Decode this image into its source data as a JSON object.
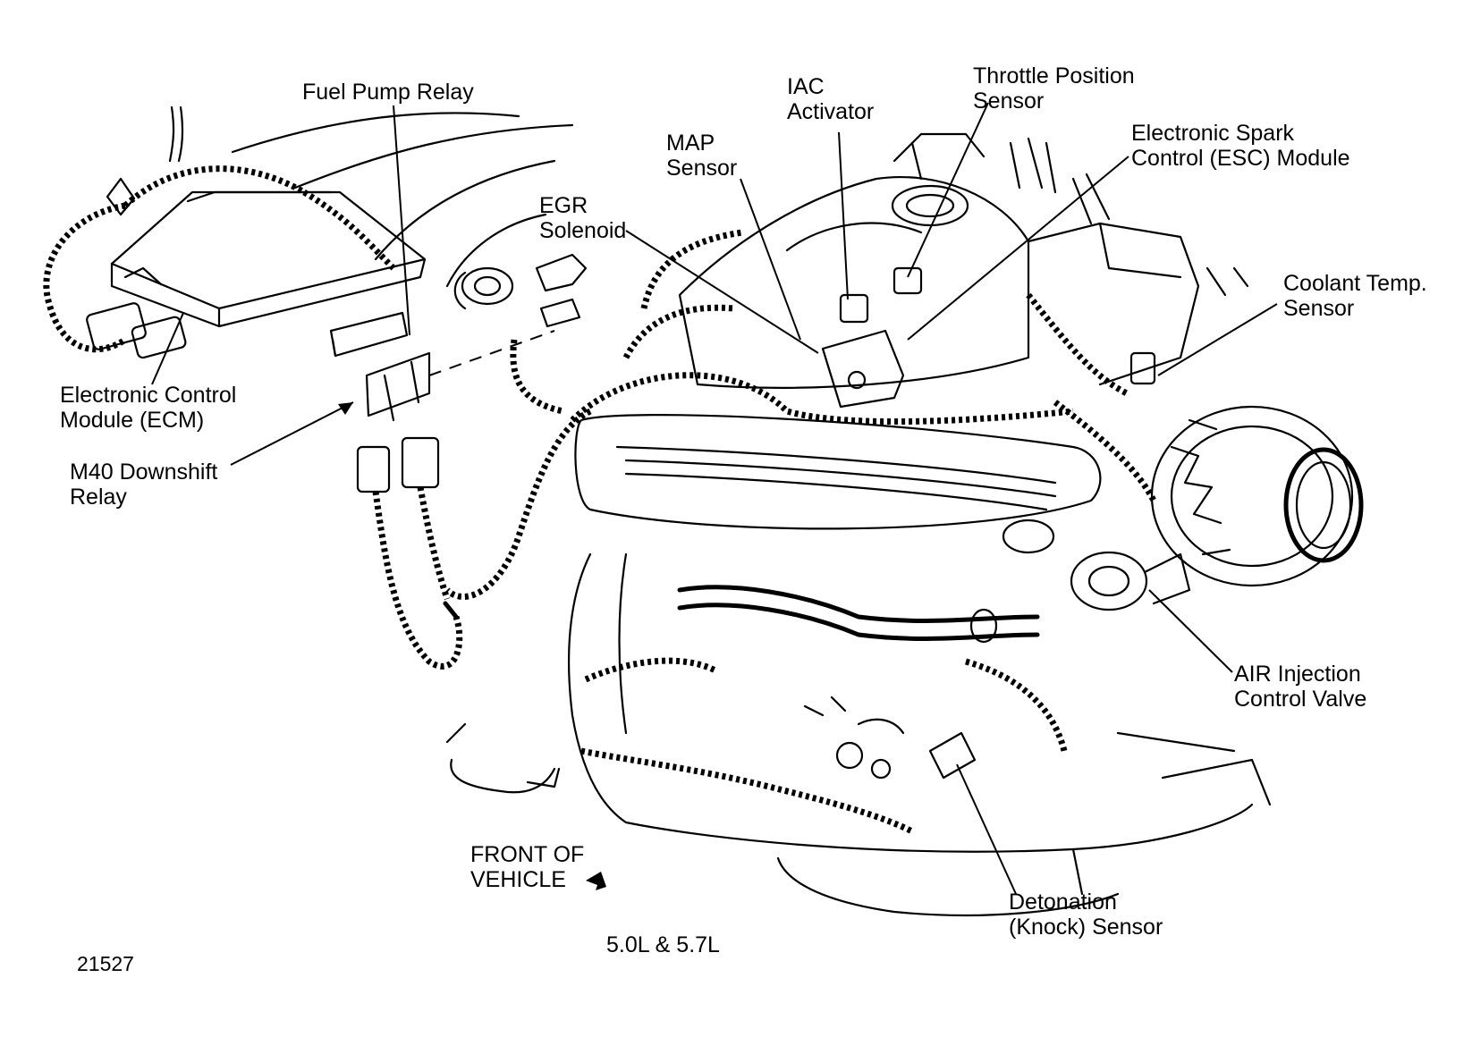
{
  "labels": {
    "fuel_pump_relay": "Fuel Pump Relay",
    "iac_line1": "IAC",
    "iac_line2": "Activator",
    "tps_line1": "Throttle Position",
    "tps_line2": "Sensor",
    "esc_line1": "Electronic Spark",
    "esc_line2": "Control (ESC) Module",
    "map_line1": "MAP",
    "map_line2": "Sensor",
    "egr_line1": "EGR",
    "egr_line2": "Solenoid",
    "coolant_line1": "Coolant Temp.",
    "coolant_line2": "Sensor",
    "ecm_line1": "Electronic Control",
    "ecm_line2": "Module (ECM)",
    "m40_line1": "M40 Downshift",
    "m40_line2": "Relay",
    "air_line1": "AIR Injection",
    "air_line2": "Control Valve",
    "front_line1": "FRONT OF",
    "front_line2": "VEHICLE",
    "knock_line1": "Detonation",
    "knock_line2": "(Knock) Sensor",
    "engine_caption": "5.0L & 5.7L",
    "figure_number": "21527"
  }
}
